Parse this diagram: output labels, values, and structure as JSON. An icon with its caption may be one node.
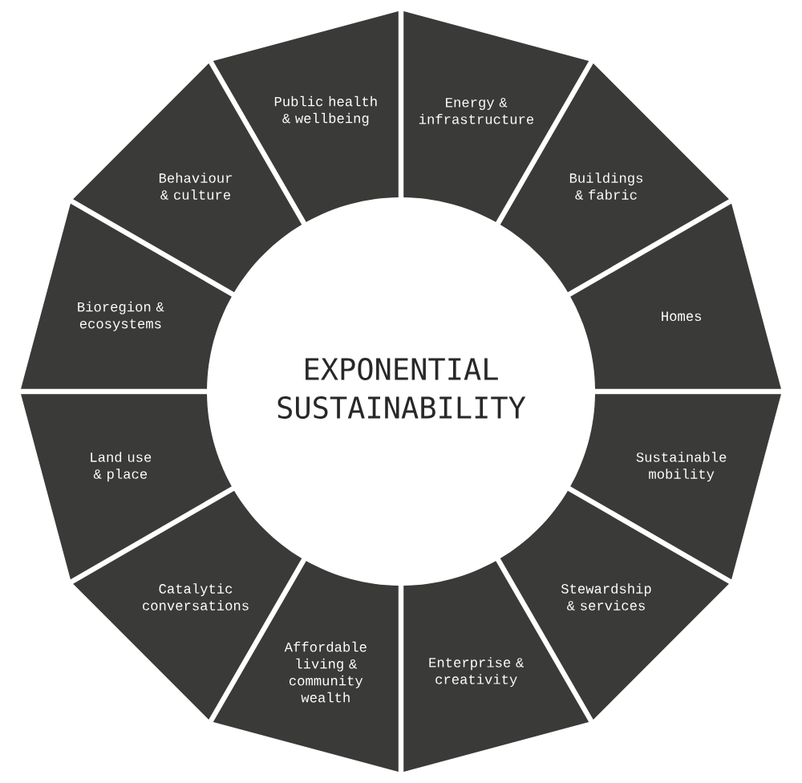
{
  "diagram": {
    "title": "EXPONENTIAL SUSTAINABILITY",
    "nodes": [
      {
        "text": [
          "Public health & wellbeing"
        ]
      },
      {
        "text": [
          "Energy & infrastructure"
        ]
      },
      {
        "text": [
          "Buildings & fabric"
        ]
      },
      {
        "text": [
          "Homes"
        ]
      },
      {
        "text": [
          "Sustainable mobility"
        ]
      },
      {
        "text": [
          "Stewardship & services"
        ]
      },
      {
        "text": [
          "Enterprise & creativity"
        ]
      },
      {
        "text": [
          "Affordable living & community wealth"
        ]
      },
      {
        "text": [
          "Catalytic conversations"
        ]
      },
      {
        "text": [
          "Land use & place"
        ]
      },
      {
        "text": [
          "Bioregion & ecosystems"
        ]
      },
      {
        "text": [
          "Behaviour & culture"
        ]
      }
    ]
  }
}
